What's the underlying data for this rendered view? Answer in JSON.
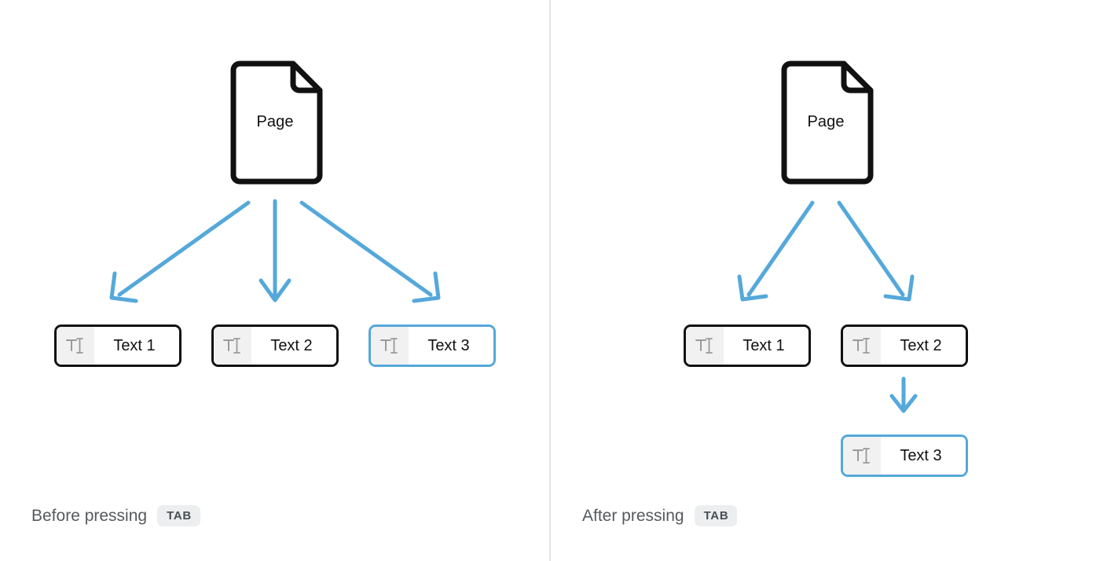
{
  "diagram_data": {
    "type": "diagram",
    "title": "Tab key reparenting of text layers under a page node",
    "colors": {
      "arrow_blue": "#55a8da",
      "selected_border": "#55a8da",
      "node_border": "#111111",
      "icon_cell_bg": "#f1f1f1",
      "badge_bg": "#eceef0",
      "caption_text": "#555a5e",
      "divider": "#e3e4e6",
      "canvas_bg": "#ffffff"
    },
    "panels": [
      {
        "id": "before",
        "caption_text": "Before pressing",
        "caption_key": "TAB",
        "root": {
          "label": "Page",
          "icon": "page-document-icon"
        },
        "children": [
          {
            "label": "Text 1",
            "icon": "text-tool-icon",
            "selected": false
          },
          {
            "label": "Text 2",
            "icon": "text-tool-icon",
            "selected": false
          },
          {
            "label": "Text 3",
            "icon": "text-tool-icon",
            "selected": true
          }
        ],
        "edges": [
          {
            "from": "Page",
            "to": "Text 1"
          },
          {
            "from": "Page",
            "to": "Text 2"
          },
          {
            "from": "Page",
            "to": "Text 3"
          }
        ]
      },
      {
        "id": "after",
        "caption_text": "After pressing",
        "caption_key": "TAB",
        "root": {
          "label": "Page",
          "icon": "page-document-icon"
        },
        "children": [
          {
            "label": "Text 1",
            "icon": "text-tool-icon",
            "selected": false
          },
          {
            "label": "Text 2",
            "icon": "text-tool-icon",
            "selected": false
          },
          {
            "label": "Text 3",
            "icon": "text-tool-icon",
            "selected": true
          }
        ],
        "edges": [
          {
            "from": "Page",
            "to": "Text 1"
          },
          {
            "from": "Page",
            "to": "Text 2"
          },
          {
            "from": "Text 2",
            "to": "Text 3"
          }
        ]
      }
    ]
  },
  "left": {
    "page": {
      "label": "Page"
    },
    "fields": [
      {
        "label": "Text 1"
      },
      {
        "label": "Text 2"
      },
      {
        "label": "Text 3"
      }
    ],
    "caption": {
      "text": "Before pressing",
      "key": "TAB"
    }
  },
  "right": {
    "page": {
      "label": "Page"
    },
    "fields": [
      {
        "label": "Text 1"
      },
      {
        "label": "Text 2"
      },
      {
        "label": "Text 3"
      }
    ],
    "caption": {
      "text": "After pressing",
      "key": "TAB"
    }
  }
}
